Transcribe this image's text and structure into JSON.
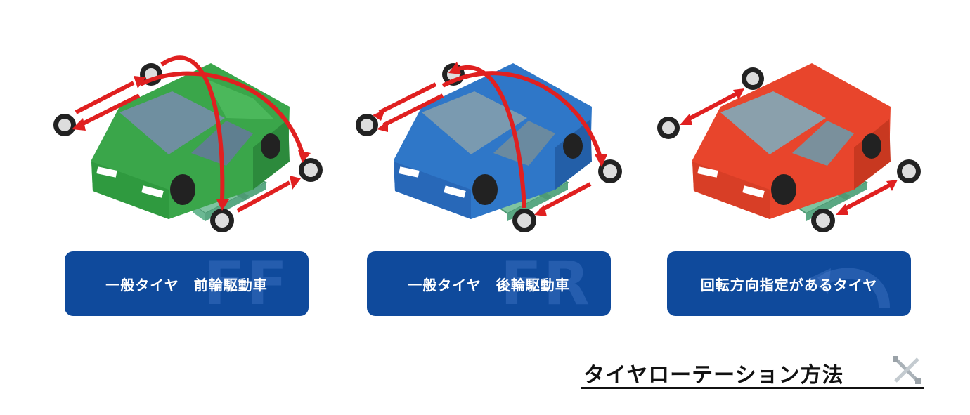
{
  "title": "タイヤローテーション方法",
  "colors": {
    "label_bg": "#0f4a9c",
    "arrow": "#e02020",
    "lift": "#7fc4a0",
    "car_ff": "#3aa64a",
    "car_fr": "#2f77c8",
    "car_dir": "#e8452c"
  },
  "cards": [
    {
      "label": "一般タイヤ　前輪駆動車",
      "watermark": "FF",
      "car_color": "#3aa64a"
    },
    {
      "label": "一般タイヤ　後輪駆動車",
      "watermark": "FR",
      "car_color": "#2f77c8"
    },
    {
      "label": "回転方向指定があるタイヤ",
      "watermark_icon": "u-turn-arrow-icon",
      "car_color": "#e8452c"
    }
  ],
  "title_icon": "lug-wrench-icon"
}
